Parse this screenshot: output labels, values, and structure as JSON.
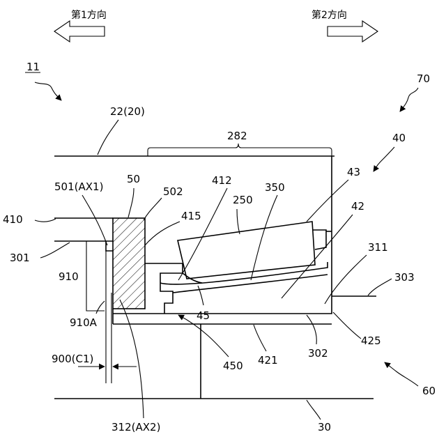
{
  "directions": {
    "first": "第1方向",
    "second": "第2方向"
  },
  "labels": {
    "l11": "11",
    "l70": "70",
    "l22": "22(20)",
    "l282": "282",
    "l40": "40",
    "l43": "43",
    "l501": "501(AX1)",
    "l50": "50",
    "l502": "502",
    "l412": "412",
    "l350": "350",
    "l250": "250",
    "l42": "42",
    "l410": "410",
    "l415": "415",
    "l311": "311",
    "l301": "301",
    "l303": "303",
    "l910": "910",
    "l910A": "910A",
    "l45": "45",
    "l425": "425",
    "l900": "900(C1)",
    "l450": "450",
    "l421": "421",
    "l302": "302",
    "l60": "60",
    "l312": "312(AX2)",
    "l30": "30"
  }
}
